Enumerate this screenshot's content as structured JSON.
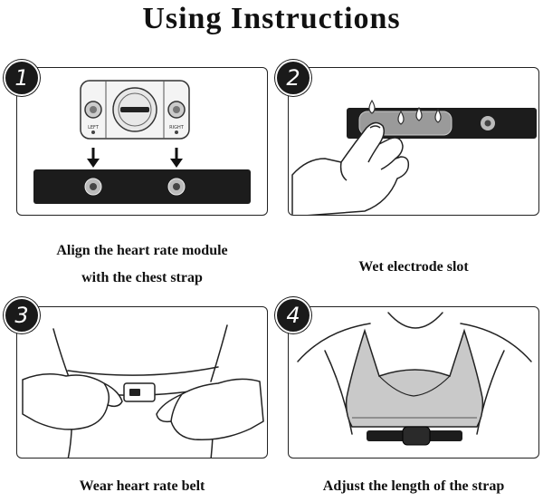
{
  "title": "Using Instructions",
  "steps": [
    {
      "number": "1",
      "caption_line1": "Align the heart rate module",
      "caption_line2": "with the chest strap",
      "module_left_label": "LEFT",
      "module_right_label": "RIGHT"
    },
    {
      "number": "2",
      "caption": "Wet electrode slot"
    },
    {
      "number": "3",
      "caption": "Wear heart rate belt"
    },
    {
      "number": "4",
      "caption": "Adjust the length of the strap"
    }
  ]
}
